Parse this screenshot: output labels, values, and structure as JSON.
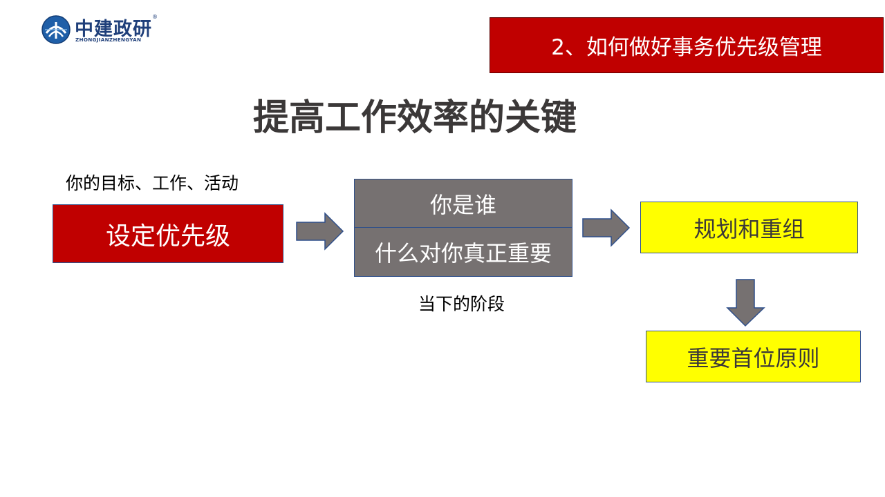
{
  "logo": {
    "name_cn": "中建政研",
    "name_en": "ZHONGJIANZHENGYAN",
    "registered_mark": "®",
    "color": "#1f3f7a"
  },
  "header": {
    "banner_text": "2、如何做好事务优先级管理",
    "banner_color": "#c00000"
  },
  "slide": {
    "title": "提高工作效率的关键"
  },
  "diagram": {
    "left_caption": "你的目标、工作、活动",
    "priority_box": "设定优先级",
    "who_box": "你是谁",
    "important_box": "什么对你真正重要",
    "stage_caption": "当下的阶段",
    "plan_box": "规划和重组",
    "principle_box": "重要首位原则",
    "colors": {
      "red": "#c00000",
      "gray": "#767171",
      "yellow": "#ffff00",
      "arrow": "#767171",
      "border": "#2f4f8a"
    },
    "arrows": [
      "right-arrow",
      "right-arrow",
      "down-arrow"
    ]
  }
}
